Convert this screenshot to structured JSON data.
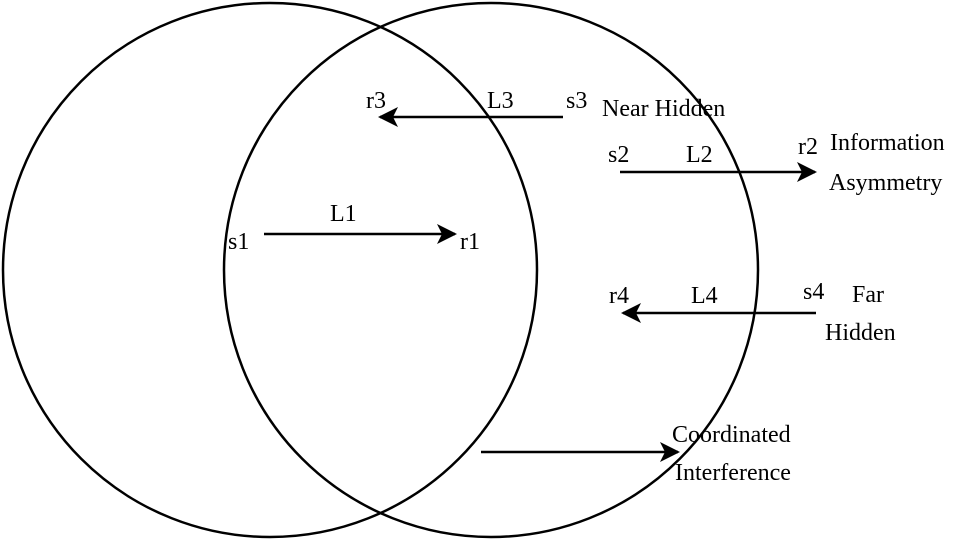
{
  "colors": {
    "stroke": "#000000",
    "background": "#ffffff",
    "text": "#000000"
  },
  "links": {
    "L1": {
      "sender": "s1",
      "receiver": "r1",
      "label": "L1"
    },
    "L2": {
      "sender": "s2",
      "receiver": "r2",
      "label": "L2"
    },
    "L3": {
      "sender": "s3",
      "receiver": "r3",
      "label": "L3"
    },
    "L4": {
      "sender": "s4",
      "receiver": "r4",
      "label": "L4"
    }
  },
  "annotations": {
    "near_hidden": "Near Hidden",
    "information_asymmetry_line1": "Information",
    "information_asymmetry_line2": "Asymmetry",
    "far_hidden_line1": "Far",
    "far_hidden_line2": "Hidden",
    "coordinated_interference_line1": "Coordinated",
    "coordinated_interference_line2": "Interference"
  }
}
